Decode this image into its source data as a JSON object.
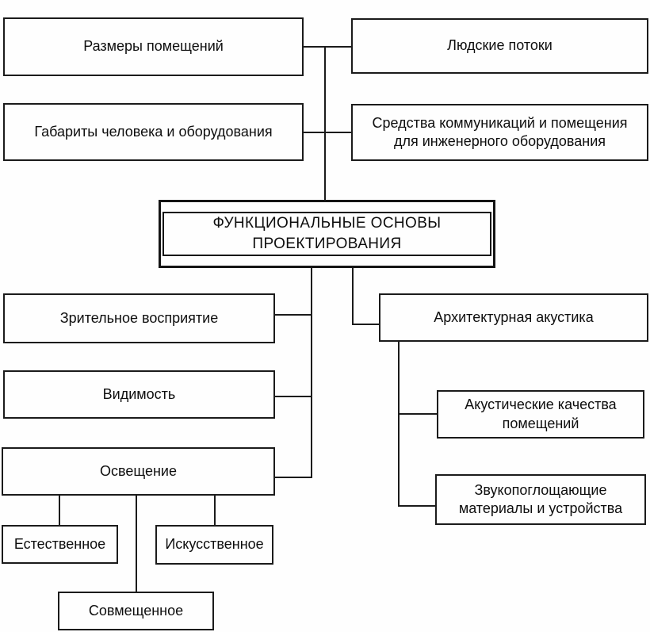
{
  "colors": {
    "line": "#1b1b1b",
    "text": "#0e0e0e",
    "background": "#fefefe"
  },
  "nodes": {
    "room_sizes": "Размеры помещений",
    "human_equipment": "Габариты человека и оборудования",
    "human_flows": "Людские потоки",
    "communications": "Средства коммуникаций и помещения для инженерного оборудования",
    "center": "ФУНКЦИОНАЛЬНЫЕ ОСНОВЫ ПРОЕКТИРОВАНИЯ",
    "visual_perception": "Зрительное восприятие",
    "visibility": "Видимость",
    "lighting": "Освещение",
    "natural": "Естественное",
    "artificial": "Искусственное",
    "combined": "Совмещенное",
    "acoustics": "Архитектурная акустика",
    "acoustic_qualities": "Акустические качества помещений",
    "sound_absorbing": "Звукопоглощающие материалы и устройства"
  },
  "hierarchy": {
    "root": "ФУНКЦИОНАЛЬНЫЕ ОСНОВЫ ПРОЕКТИРОВАНИЯ",
    "top_links": [
      "Размеры помещений",
      "Людские потоки",
      "Габариты человека и оборудования",
      "Средства коммуникаций и помещения для инженерного оборудования"
    ],
    "left_branch": [
      "Зрительное восприятие",
      "Видимость",
      "Освещение"
    ],
    "lighting_children": [
      "Естественное",
      "Искусственное",
      "Совмещенное"
    ],
    "right_branch": [
      "Архитектурная акустика"
    ],
    "acoustics_children": [
      "Акустические качества помещений",
      "Звукопоглощающие материалы и устройства"
    ]
  }
}
